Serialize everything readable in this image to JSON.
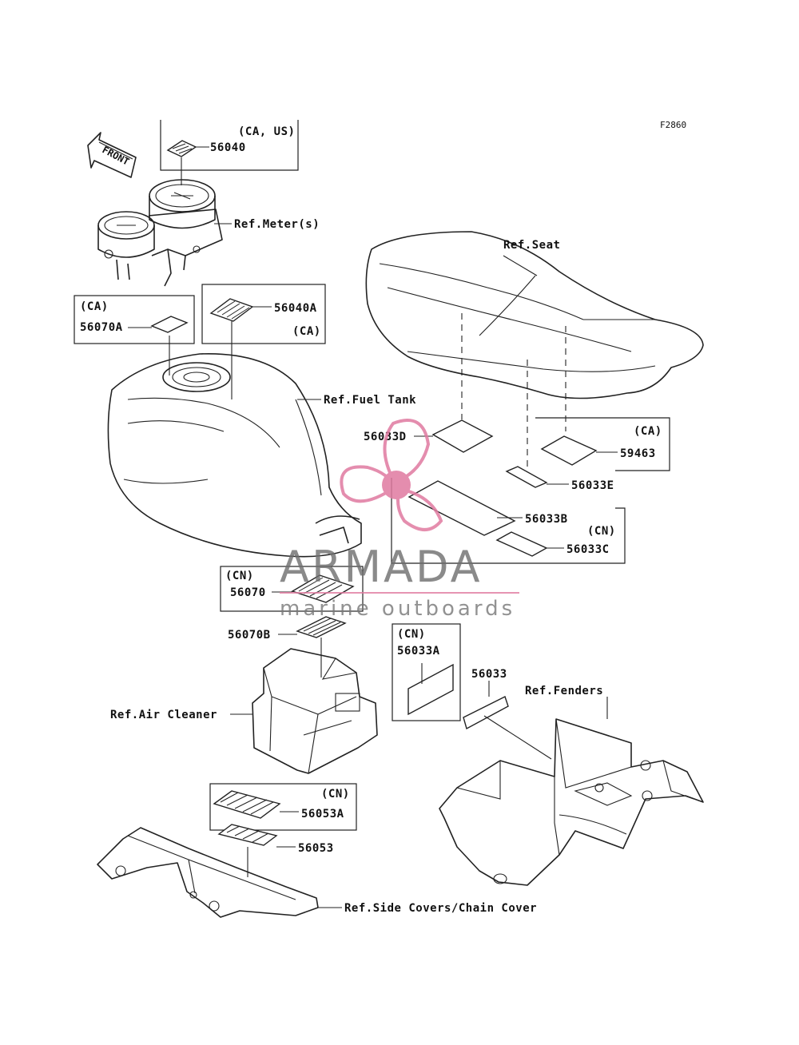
{
  "figure_code": "F2860",
  "arrow_label": "FRONT",
  "labels": {
    "p56040": "56040",
    "ca_us": "(CA, US)",
    "ref_meter": "Ref.Meter(s)",
    "p56040A": "56040A",
    "ca_1": "(CA)",
    "ca_2": "(CA)",
    "p56070A": "56070A",
    "ref_fuel_tank": "Ref.Fuel Tank",
    "ref_seat": "Ref.Seat",
    "p56033D": "56033D",
    "ca_3": "(CA)",
    "p59463": "59463",
    "p56033E": "56033E",
    "p56033B": "56033B",
    "cn_1": "(CN)",
    "p56033C": "56033C",
    "cn_2": "(CN)",
    "p56070": "56070",
    "p56070B": "56070B",
    "cn_3": "(CN)",
    "p56033A": "56033A",
    "p56033": "56033",
    "ref_fenders": "Ref.Fenders",
    "ref_air_cleaner": "Ref.Air Cleaner",
    "cn_4": "(CN)",
    "p56053A": "56053A",
    "p56053": "56053",
    "ref_side_covers": "Ref.Side Covers/Chain Cover"
  },
  "watermark": {
    "brand": "ARMADA",
    "tagline": "marine outboards",
    "accent_color": "#e07aa0",
    "text_color": "#6e6e6e"
  }
}
